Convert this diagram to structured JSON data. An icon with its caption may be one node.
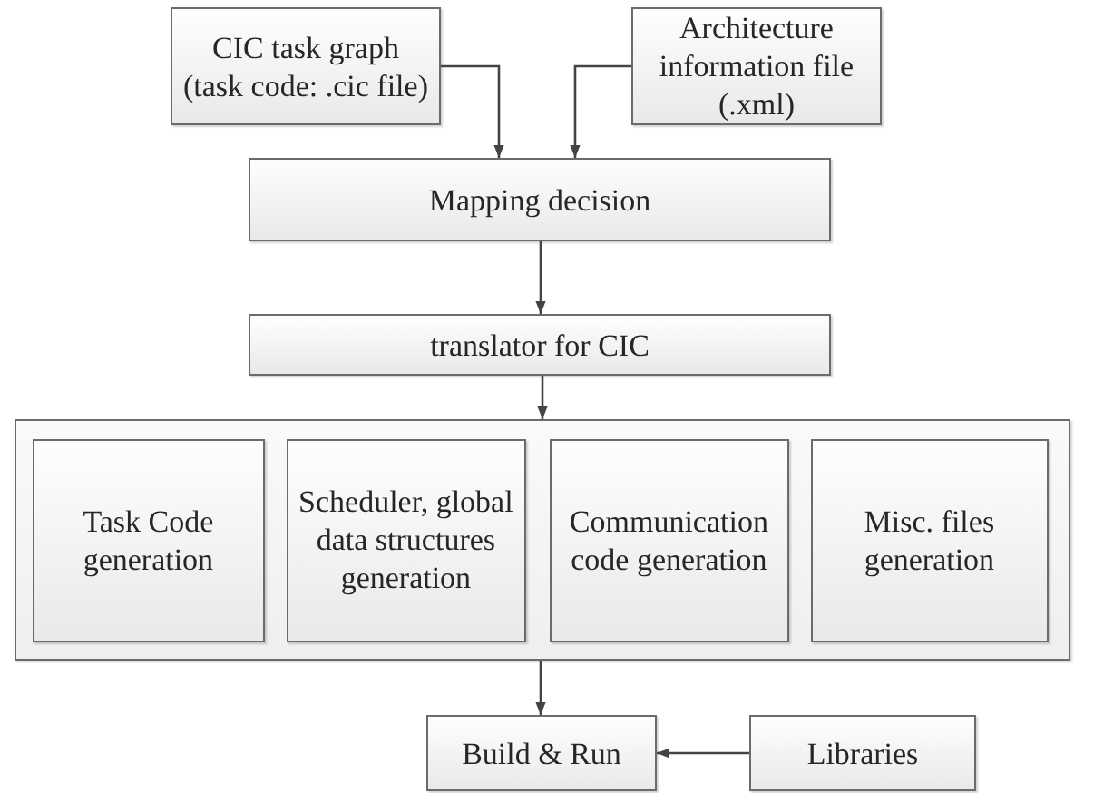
{
  "diagram": {
    "nodes": [
      {
        "text": [
          "CIC task graph (task code: .cic file)"
        ]
      },
      {
        "text": [
          "Architecture information file (.xml)"
        ]
      },
      {
        "text": [
          "Mapping decision"
        ]
      },
      {
        "text": [
          "translator for CIC"
        ]
      },
      {
        "text": [],
        "shape": "box"
      },
      {
        "text": [
          "Task Code generation"
        ],
        "in": 4
      },
      {
        "text": [
          "Scheduler, global data structures generation"
        ],
        "in": 4
      },
      {
        "text": [
          "Communication code generation"
        ],
        "in": 4
      },
      {
        "text": [
          "Misc. files generation"
        ],
        "in": 4
      },
      {
        "text": [
          "Build & Run"
        ]
      },
      {
        "text": [
          "Libraries"
        ]
      }
    ],
    "edges": [
      {
        "from": 0,
        "to": 2,
        "arrow": "to"
      },
      {
        "from": 1,
        "to": 2,
        "arrow": "to"
      },
      {
        "from": 2,
        "to": 3,
        "arrow": "to"
      },
      {
        "from": 3,
        "to": 4,
        "arrow": "to"
      },
      {
        "from": 4,
        "to": 9,
        "arrow": "to"
      },
      {
        "from": 10,
        "to": 9,
        "arrow": "to"
      }
    ]
  }
}
